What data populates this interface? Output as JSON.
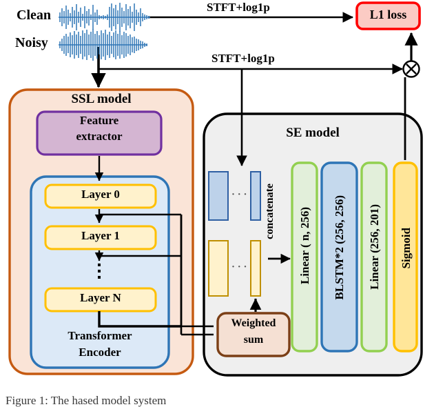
{
  "figure": {
    "inputs": [
      {
        "id": "clean",
        "label": "Clean"
      },
      {
        "id": "noisy",
        "label": "Noisy"
      }
    ],
    "edge_labels": {
      "stft_top": "STFT+log1p",
      "stft_mid": "STFT+log1p",
      "concatenate": "concatenate"
    },
    "loss_box": {
      "label": "L1 loss",
      "border": "#FF0000",
      "fill": "#FBCBC4"
    },
    "multiply_op": {
      "symbol": "✕",
      "name": "element-wise-multiply"
    },
    "ssl_model": {
      "title": "SSL model",
      "fill": "#FAE4D7",
      "border": "#C55A11",
      "feature_extractor": {
        "label_line1": "Feature",
        "label_line2": "extractor",
        "fill": "#D4B5D2",
        "border": "#7030A0"
      },
      "encoder": {
        "label_line1": "Transformer",
        "label_line2": "Encoder",
        "fill": "#DCE9F7",
        "border": "#2E75B6",
        "layers": [
          {
            "label": "Layer 0"
          },
          {
            "label": "Layer 1"
          },
          {
            "label": "Layer N"
          }
        ],
        "ellipsis": "⋮",
        "layer_fill": "#FFF2CC",
        "layer_border": "#FFC000"
      }
    },
    "se_model": {
      "title": "SE model",
      "fill": "#EFEFEF",
      "border": "#000000",
      "features": {
        "blue": {
          "fill": "#BDD2EA",
          "border": "#2E5FA3",
          "cols": 2,
          "rows": 5,
          "tail_cols": 1,
          "ellipsis": "· · ·"
        },
        "yellow": {
          "fill": "#FFF2CC",
          "border": "#BF8F00",
          "cols": 2,
          "rows": 5,
          "tail_cols": 1,
          "ellipsis": "· · ·"
        }
      },
      "weighted_sum": {
        "label_line1": "Weighted",
        "label_line2": "sum",
        "fill": "#F5E0D3",
        "border": "#7B3F16"
      },
      "blocks": [
        {
          "label": "Linear ( n, 256)",
          "fill": "#E2EFDA",
          "border": "#92D050"
        },
        {
          "label": "BLSTM*2 (256, 256)",
          "fill": "#C5D9ED",
          "border": "#2E75B6"
        },
        {
          "label": "Linear (256, 201)",
          "fill": "#E2EFDA",
          "border": "#92D050"
        },
        {
          "label": "Sigmoid",
          "fill": "#FFE699",
          "border": "#FFC000"
        }
      ]
    },
    "caption": "Figure 1:  The hased model system"
  }
}
